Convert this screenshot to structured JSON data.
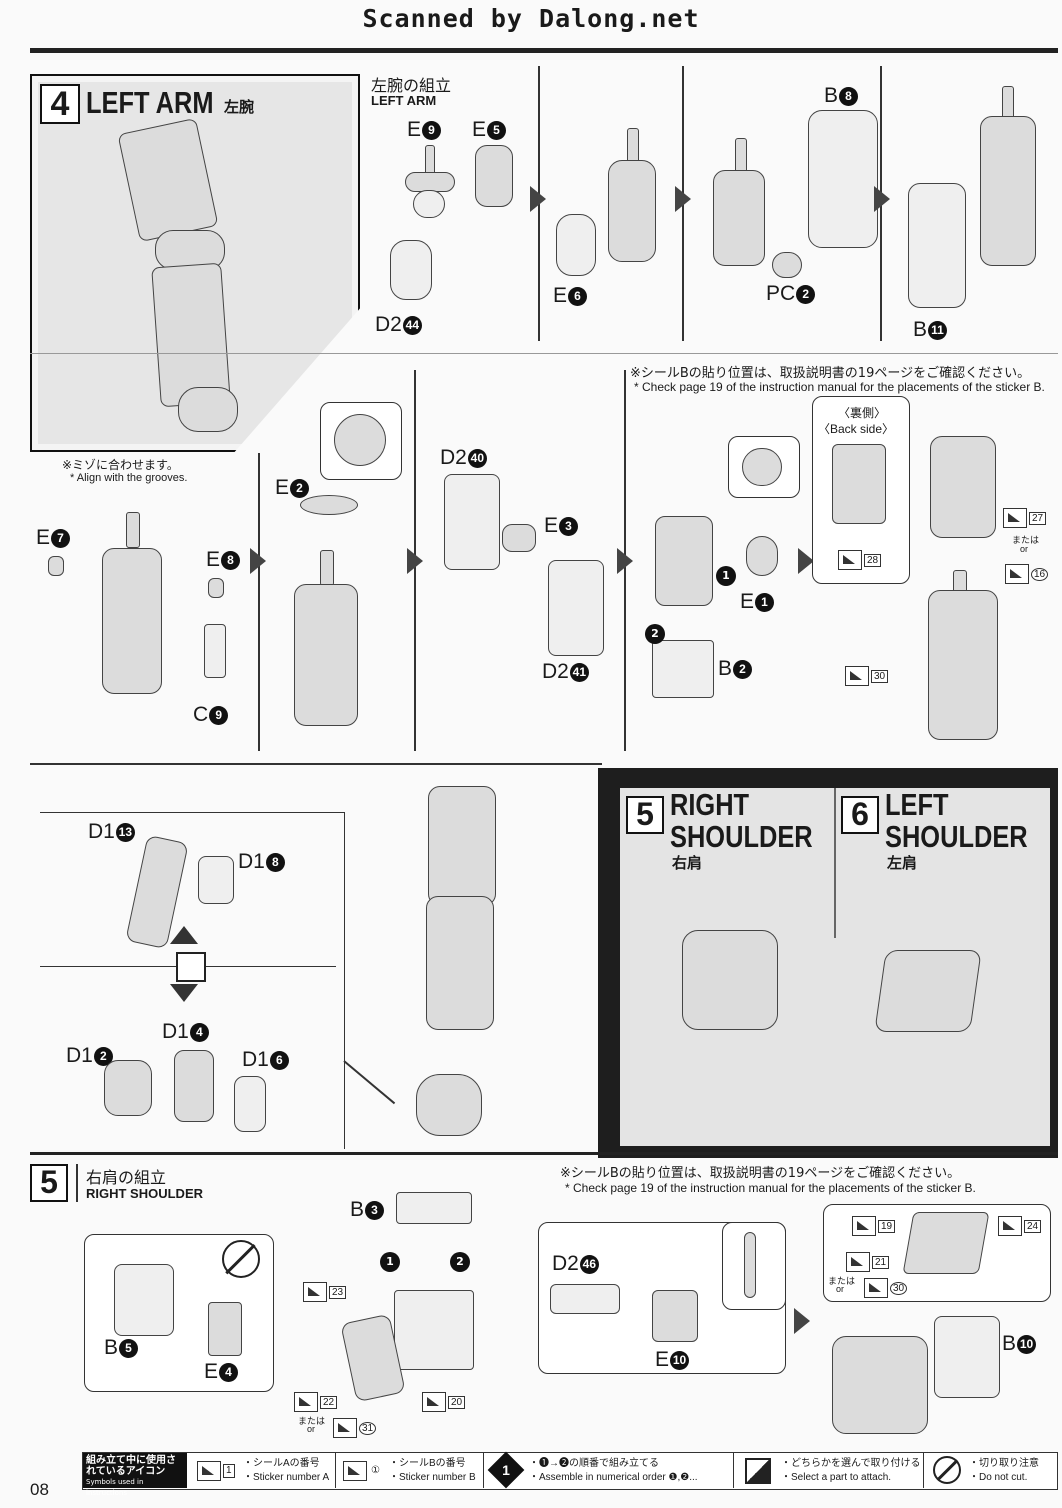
{
  "header": {
    "scan_credit": "Scanned by Dalong.net"
  },
  "step4": {
    "number": "4",
    "title": "LEFT ARM",
    "title_ja": "左腕",
    "assembly_ja": "左腕の組立",
    "assembly_en": "LEFT ARM",
    "parts": [
      {
        "letter": "E",
        "num": "9"
      },
      {
        "letter": "E",
        "num": "5"
      },
      {
        "letter": "D2",
        "num": "44"
      },
      {
        "letter": "E",
        "num": "6"
      },
      {
        "letter": "B",
        "num": "8"
      },
      {
        "letter": "PC",
        "num": "2"
      },
      {
        "letter": "B",
        "num": "11"
      },
      {
        "letter": "E",
        "num": "7"
      },
      {
        "letter": "E",
        "num": "8"
      },
      {
        "letter": "C",
        "num": "9"
      },
      {
        "letter": "E",
        "num": "2"
      },
      {
        "letter": "D2",
        "num": "40"
      },
      {
        "letter": "E",
        "num": "3"
      },
      {
        "letter": "D2",
        "num": "41"
      },
      {
        "letter": "E",
        "num": "1"
      },
      {
        "letter": "B",
        "num": "2"
      }
    ],
    "groove_note_ja": "※ミゾに合わせます。",
    "groove_note_en": "* Align with the grooves.",
    "sticker_note_ja": "※シールBの貼り位置は、取扱説明書の19ページをご確認ください。",
    "sticker_note_en": "* Check page 19 of the instruction manual for the placements of the sticker B.",
    "back_side_ja": "〈裏側〉",
    "back_side_en": "〈Back side〉",
    "stickers": [
      "28",
      "27",
      "16",
      "30"
    ],
    "or_ja": "または",
    "or_en": "or",
    "seq": [
      "1",
      "2"
    ]
  },
  "hand": {
    "parts": [
      {
        "letter": "D1",
        "num": "13"
      },
      {
        "letter": "D1",
        "num": "8"
      },
      {
        "letter": "D1",
        "num": "4"
      },
      {
        "letter": "D1",
        "num": "2"
      },
      {
        "letter": "D1",
        "num": "6"
      }
    ]
  },
  "step5_6_banner": {
    "step5": {
      "number": "5",
      "title_line1": "RIGHT",
      "title_line2": "SHOULDER",
      "title_ja": "右肩"
    },
    "step6": {
      "number": "6",
      "title_line1": "LEFT",
      "title_line2": "SHOULDER",
      "title_ja": "左肩"
    }
  },
  "step5": {
    "number": "5",
    "assembly_ja": "右肩の組立",
    "assembly_en": "RIGHT SHOULDER",
    "sticker_note_ja": "※シールBの貼り位置は、取扱説明書の19ページをご確認ください。",
    "sticker_note_en": "* Check page 19 of the instruction manual for the placements of the sticker B.",
    "parts": [
      {
        "letter": "B",
        "num": "3"
      },
      {
        "letter": "B",
        "num": "5"
      },
      {
        "letter": "E",
        "num": "4"
      },
      {
        "letter": "D2",
        "num": "46"
      },
      {
        "letter": "E",
        "num": "10"
      },
      {
        "letter": "B",
        "num": "10"
      }
    ],
    "stickers": [
      "23",
      "22",
      "20",
      "31",
      "19",
      "24",
      "21",
      "30"
    ],
    "or_ja": "または",
    "or_en": "or",
    "seq": [
      "1",
      "2"
    ]
  },
  "footer": {
    "page": "08",
    "icons_title_ja": "組み立て中に使用されているアイコン",
    "icons_title_en": "Symbols used in instructions",
    "legend": [
      {
        "icon": "sticker-a-icon",
        "ja": "・シールAの番号",
        "en": "・Sticker number A",
        "sample": "1"
      },
      {
        "icon": "sticker-b-icon",
        "ja": "・シールBの番号",
        "en": "・Sticker number B",
        "sample": "①"
      },
      {
        "icon": "numbered-order-icon",
        "ja": "・❶→❷の順番で組み立てる",
        "en": "・Assemble in numerical order ❶,❷...",
        "sample": "1"
      },
      {
        "icon": "select-part-icon",
        "ja": "・どちらかを選んで取り付ける",
        "en": "・Select a part to attach."
      },
      {
        "icon": "do-not-cut-icon",
        "ja": "・切り取り注意",
        "en": "・Do not cut."
      }
    ]
  }
}
